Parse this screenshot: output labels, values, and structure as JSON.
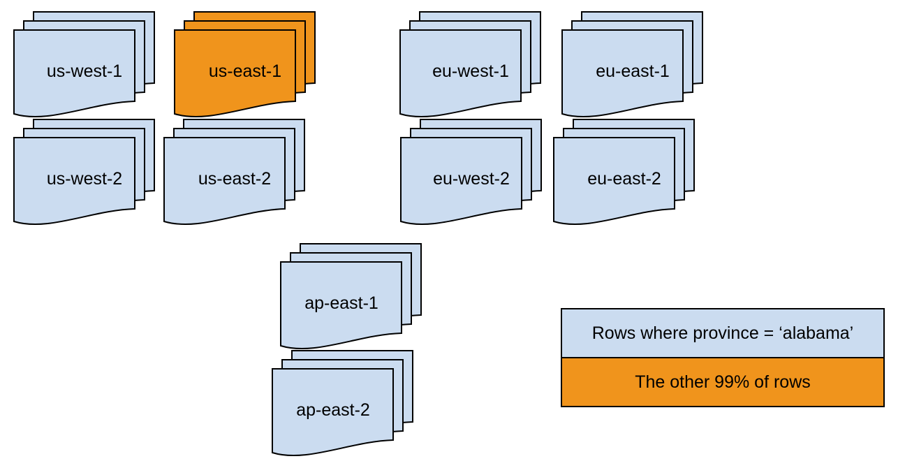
{
  "regions": [
    {
      "id": "us-west-1",
      "label": "us-west-1",
      "highlighted": false
    },
    {
      "id": "us-east-1",
      "label": "us-east-1",
      "highlighted": true
    },
    {
      "id": "eu-west-1",
      "label": "eu-west-1",
      "highlighted": false
    },
    {
      "id": "eu-east-1",
      "label": "eu-east-1",
      "highlighted": false
    },
    {
      "id": "us-west-2",
      "label": "us-west-2",
      "highlighted": false
    },
    {
      "id": "us-east-2",
      "label": "us-east-2",
      "highlighted": false
    },
    {
      "id": "eu-west-2",
      "label": "eu-west-2",
      "highlighted": false
    },
    {
      "id": "eu-east-2",
      "label": "eu-east-2",
      "highlighted": false
    },
    {
      "id": "ap-east-1",
      "label": "ap-east-1",
      "highlighted": false
    },
    {
      "id": "ap-east-2",
      "label": "ap-east-2",
      "highlighted": false
    }
  ],
  "legend": {
    "items": [
      {
        "label": "Rows where province = ‘alabama’",
        "color": "#cbdcf0"
      },
      {
        "label": "The other 99% of rows",
        "color": "#f0941c"
      }
    ]
  },
  "colors": {
    "doc_fill": "#cbdcf0",
    "doc_fill_highlight": "#f0941c",
    "stroke": "#000000",
    "text": "#000000"
  }
}
